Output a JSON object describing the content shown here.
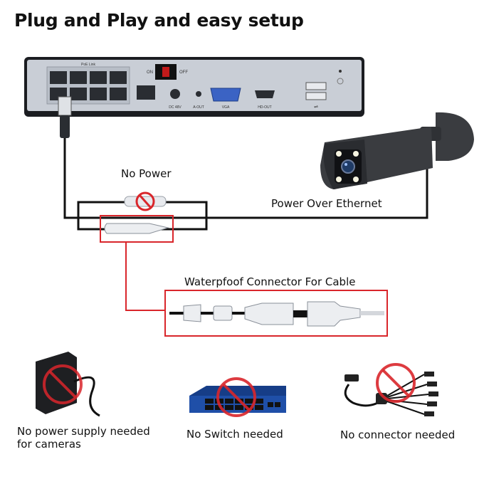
{
  "title": "Plug and Play and easy setup",
  "nvr": {
    "poe_label": "PoE Link",
    "switch_labels": [
      "ON",
      "OFF"
    ],
    "port_labels": [
      "DC 48V",
      "A-OUT",
      "VGA",
      "HD-OUT"
    ]
  },
  "labels": {
    "no_power": "No Power",
    "poe": "Power Over Ethernet",
    "connector": "Waterpfoof Connector For Cable"
  },
  "bottom": {
    "power_supply_line1": "No power supply needed",
    "power_supply_line2": "for cameras",
    "switch": "No Switch needed",
    "connector": "No connector needed"
  },
  "colors": {
    "highlight": "#d9262b",
    "nvr_body": "#1b1d21",
    "nvr_panel": "#c9ced6",
    "switch_body": "#1f4fa8",
    "camera": "#3a3c40"
  }
}
